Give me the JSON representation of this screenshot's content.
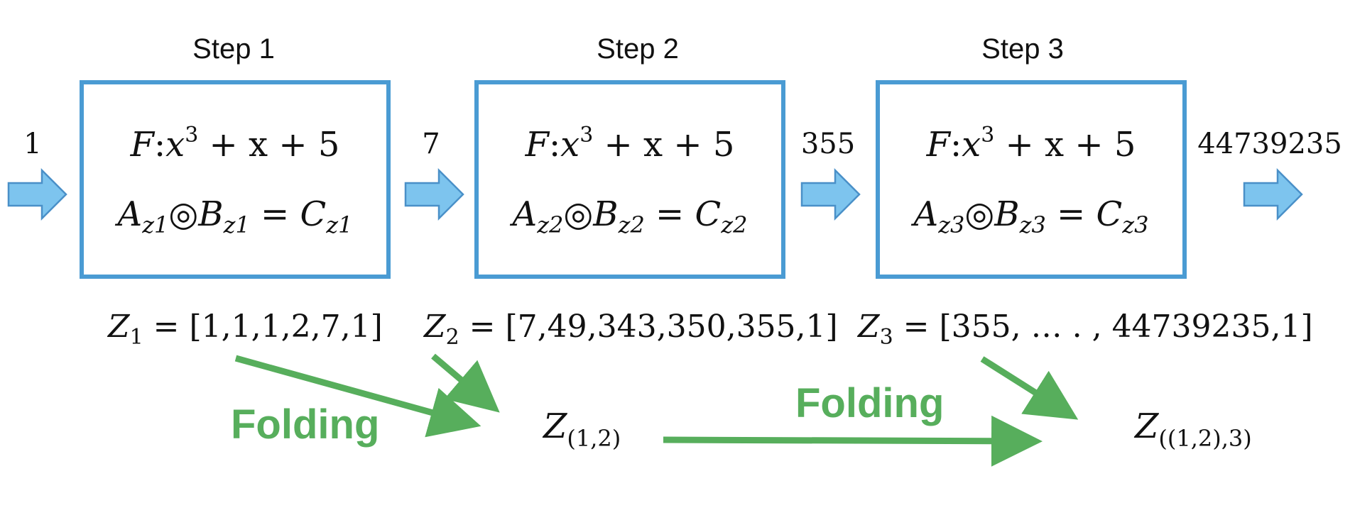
{
  "colors": {
    "box_border": "#4a9bd3",
    "flow_arrow_fill": "#7dc4ee",
    "flow_arrow_stroke": "#4a90c8",
    "folding_arrow": "#57ae5c",
    "text": "#111111"
  },
  "steps": [
    {
      "title": "Step 1",
      "func_prefix": "F",
      "func_sep": ":",
      "func_x": "x",
      "func_exp": "3",
      "func_rest": " + x + 5",
      "a": "A",
      "a_sub": "z1",
      "op": "◎",
      "b": "B",
      "b_sub": "z1",
      "eq": " = ",
      "c": "C",
      "c_sub": "z1",
      "z_name": "Z",
      "z_sub": "1",
      "z_value": " = [1,1,1,2,7,1]"
    },
    {
      "title": "Step 2",
      "func_prefix": "F",
      "func_sep": ":",
      "func_x": "x",
      "func_exp": "3",
      "func_rest": " + x + 5",
      "a": "A",
      "a_sub": "z2",
      "op": "◎",
      "b": "B",
      "b_sub": "z2",
      "eq": " = ",
      "c": "C",
      "c_sub": "z2",
      "z_name": "Z",
      "z_sub": "2",
      "z_value": " = [7,49,343,350,355,1]"
    },
    {
      "title": "Step 3",
      "func_prefix": "F",
      "func_sep": ":",
      "func_x": "x",
      "func_exp": "3",
      "func_rest": " + x + 5",
      "a": "A",
      "a_sub": "z3",
      "op": "◎",
      "b": "B",
      "b_sub": "z3",
      "eq": " = ",
      "c": "C",
      "c_sub": "z3",
      "z_name": "Z",
      "z_sub": "3",
      "z_value": " = [355, … . , 44739235,1]"
    }
  ],
  "flow_values": [
    "1",
    "7",
    "355",
    "44739235"
  ],
  "folding": {
    "label_1": "Folding",
    "label_2": "Folding",
    "result_1_name": "Z",
    "result_1_sub": "(1,2)",
    "result_2_name": "Z",
    "result_2_sub": "((1,2),3)"
  }
}
